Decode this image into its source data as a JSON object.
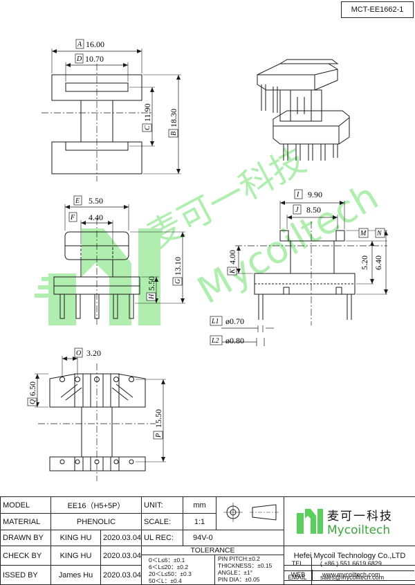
{
  "drawing_code": "MCT-EE1662-1",
  "watermark": {
    "cn": "麦可一科技",
    "en": "Mycoiltech"
  },
  "colors": {
    "line": "#1a1a1a",
    "watermark": "#6ee06e"
  },
  "dimensions": {
    "A": {
      "tag": "A",
      "value": "16.00"
    },
    "D": {
      "tag": "D",
      "value": "10.70"
    },
    "C": {
      "tag": "C",
      "value": "11.90"
    },
    "B": {
      "tag": "B",
      "value": "18.30"
    },
    "E": {
      "tag": "E",
      "value": "5.50"
    },
    "F": {
      "tag": "F",
      "value": "4.40"
    },
    "G": {
      "tag": "G",
      "value": "13.10"
    },
    "H": {
      "tag": "H",
      "value": "5.50"
    },
    "I": {
      "tag": "I",
      "value": "9.90"
    },
    "J": {
      "tag": "J",
      "value": "8.50"
    },
    "K": {
      "tag": "K",
      "value": "4.00"
    },
    "M": {
      "tag": "M",
      "value": "5.20"
    },
    "N": {
      "tag": "N",
      "value": "6.40"
    },
    "L1": {
      "tag": "L1",
      "value": "ø0.70"
    },
    "L2": {
      "tag": "L2",
      "value": "ø0.80"
    },
    "O": {
      "tag": "O",
      "value": "3.20"
    },
    "Q": {
      "tag": "Q",
      "value": "6.50"
    },
    "P": {
      "tag": "P",
      "value": "15.50"
    }
  },
  "title_block": {
    "model_label": "MODEL",
    "model_value": "EE16（H5+5P）",
    "material_label": "MATERIAL",
    "material_value": "PHENOLIC",
    "drawn_label": "DRAWN BY",
    "drawn_name": "KING HU",
    "drawn_date": "2020.03.04",
    "check_label": "CHECK BY",
    "check_name": "KING HU",
    "check_date": "2020.03.04",
    "issued_label": "ISSED BY",
    "issued_name": "James Hu",
    "issued_date": "2020.03.04",
    "unit_label": "UNIT:",
    "unit_value": "mm",
    "scale_label": "SCALE:",
    "scale_value": "1:1",
    "ul_label": "UL REC:",
    "ul_value": "94V-0",
    "tolerance_label": "TOLERANCE",
    "tol_1": "0＜L≤6：±0.1",
    "tol_2": "6＜L≤20：±0.2",
    "tol_3": "20＜L≤50：±0.3",
    "tol_4": "50＜L：±0.4",
    "pin_pitch": "PIN PITCH:±0.2",
    "thickness": "THICKNESS：±0.15",
    "angle": "ANGLE：±1°",
    "pin_dia": "PIN DIA：±0.05",
    "company_cn": "麦可一科技",
    "company_en": "Mycoiltech",
    "company_full": "Hefei Mycoil Technology Co.,LTD",
    "web_label": "WEB",
    "web_value": "www.mycoiltech.com",
    "tel_label": "TEL",
    "tel_value": "( +86 ) 551 6619 6829",
    "email_label": "EMAIL",
    "email_value": "sales@mycoiltech.com"
  }
}
